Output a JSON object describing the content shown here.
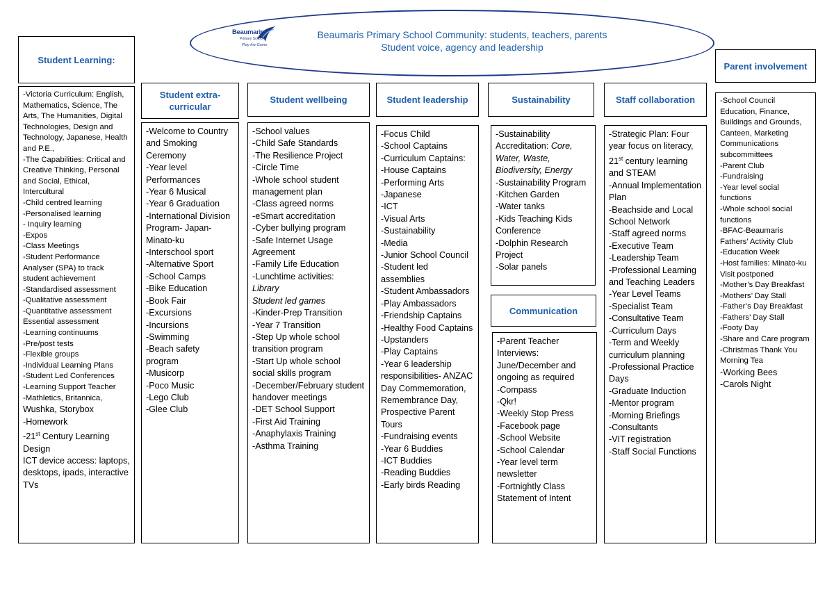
{
  "header": {
    "line1": "Beaumaris Primary School Community: students, teachers, parents",
    "line2": "Student voice, agency and leadership",
    "logo_name": "Beaumaris",
    "logo_sub": "Primary School",
    "logo_tagline": "Play the Game"
  },
  "student_learning": {
    "title": "Student Learning:",
    "items_small": [
      "-Victoria Curriculum: English, Mathematics, Science, The Arts, The Humanities, Digital Technologies, Design and Technology, Japanese, Health and P.E.,",
      "-The Capabilities: Critical and Creative Thinking, Personal and Social, Ethical, Intercultural",
      "-Child centred learning",
      "-Personalised learning",
      "- Inquiry learning",
      "-Expos",
      "-Class Meetings",
      "-Student Performance Analyser (SPA) to track student achievement",
      "-Standardised assessment",
      "-Qualitative assessment",
      "-Quantitative assessment",
      "Essential assessment",
      "-Learning continuums",
      "-Pre/post tests",
      "-Flexible groups",
      "-Individual Learning Plans",
      "-Student Led Conferences",
      "-Learning Support Teacher",
      "-Mathletics, Britannica,"
    ],
    "items_large": [
      "Wushka, Storybox",
      "-Homework"
    ],
    "c21_pre": "-21",
    "c21_sup": "st",
    "c21_post": " Century Learning Design",
    "ict": "ICT device access: laptops, desktops, ipads, interactive TVs"
  },
  "extracurricular": {
    "title": "Student extra-curricular",
    "items": [
      "-Welcome to Country and Smoking Ceremony",
      "-Year level Performances",
      "-Year 6 Musical",
      "-Year 6 Graduation",
      "-International Division Program- Japan-Minato-ku",
      "-Interschool sport",
      "-Alternative Sport",
      "-School Camps",
      "-Bike Education",
      "-Book Fair",
      "-Excursions",
      "-Incursions",
      "-Swimming",
      "-Beach safety program",
      "-Musicorp",
      "-Poco Music",
      "-Lego Club",
      "-Glee Club"
    ]
  },
  "wellbeing": {
    "title": "Student wellbeing",
    "items": [
      "-School values",
      "-Child Safe Standards",
      "-The Resilience Project",
      "-Circle Time",
      "-Whole school student management plan",
      "-Class agreed norms",
      "-eSmart accreditation",
      "-Cyber bullying program",
      "-Safe Internet Usage Agreement",
      "-Family Life Education",
      "-Lunchtime activities:"
    ],
    "italic_items": [
      "Library",
      "Student led games"
    ],
    "items2": [
      "-Kinder-Prep Transition",
      "-Year 7 Transition",
      "-Step Up whole school transition program",
      "-Start Up whole school social skills program",
      "-December/February student handover meetings",
      "-DET School Support",
      "-First Aid Training",
      "-Anaphylaxis Training",
      "-Asthma Training"
    ]
  },
  "leadership": {
    "title": "Student leadership",
    "items": [
      "-Focus Child",
      "-School Captains",
      "-Curriculum Captains:",
      "-House Captains",
      "-Performing Arts",
      "-Japanese",
      "-ICT",
      "-Visual Arts",
      "-Sustainability",
      "-Media",
      "-Junior School Council",
      "-Student led assemblies",
      "-Student Ambassadors",
      "-Play Ambassadors",
      "-Friendship Captains",
      "-Healthy Food Captains",
      "-Upstanders",
      "-Play Captains",
      "-Year 6 leadership responsibilities- ANZAC Day Commemoration, Remembrance Day, Prospective Parent Tours",
      "-Fundraising events",
      "-Year 6 Buddies",
      "-ICT Buddies",
      "-Reading Buddies",
      "-Early birds Reading"
    ]
  },
  "sustainability": {
    "title": "Sustainability",
    "accr": "-Sustainability Accreditation: ",
    "accr_italic": "Core, Water, Waste, Biodiversity, Energy",
    "items": [
      "-Sustainability Program",
      "-Kitchen Garden",
      "-Water tanks",
      "-Kids Teaching Kids Conference",
      "-Dolphin Research Project",
      "-Solar panels"
    ]
  },
  "communication": {
    "title": "Communication",
    "items": [
      "-Parent Teacher Interviews: June/December and ongoing as required",
      "-Compass",
      "-Qkr!",
      "-Weekly Stop Press",
      "-Facebook page",
      "-School Website",
      "-School Calendar",
      "-Year level term newsletter",
      "-Fortnightly Class Statement of Intent"
    ]
  },
  "staff": {
    "title": "Staff collaboration",
    "sp_pre": "-Strategic Plan: Four year focus on literacy, 21",
    "sp_sup": "st",
    "sp_post": " century learning and STEAM",
    "items": [
      "-Annual Implementation Plan",
      "-Beachside and Local School Network",
      "-Staff agreed norms",
      "-Executive Team",
      "-Leadership Team",
      "-Professional Learning and Teaching Leaders",
      "-Year Level Teams",
      "-Specialist Team",
      "-Consultative Team",
      "-Curriculum Days",
      "-Term and Weekly curriculum planning",
      "-Professional Practice Days",
      "-Graduate Induction",
      "-Mentor program",
      "-Morning Briefings",
      "-Consultants",
      "-VIT registration",
      "-Staff Social Functions"
    ]
  },
  "parent": {
    "title": "Parent involvement",
    "items_small": [
      "-School Council Education, Finance, Buildings and Grounds, Canteen, Marketing Communications subcommittees",
      "-Parent Club",
      "-Fundraising",
      "-Year level social functions",
      "-Whole school social functions",
      "-BFAC-Beaumaris Fathers’ Activity Club",
      "-Education Week",
      "-Host families: Minato-ku Visit postponed",
      "-Mother’s Day Breakfast",
      "-Mothers’ Day Stall",
      "-Father’s Day Breakfast",
      "-Fathers’ Day Stall",
      "-Footy Day",
      "-Share and Care program",
      "-Christmas Thank You Morning Tea"
    ],
    "items_large": [
      "-Working Bees",
      "-Carols Night"
    ]
  },
  "colors": {
    "heading": "#1f5fa8",
    "ellipse": "#1f3b8a"
  }
}
